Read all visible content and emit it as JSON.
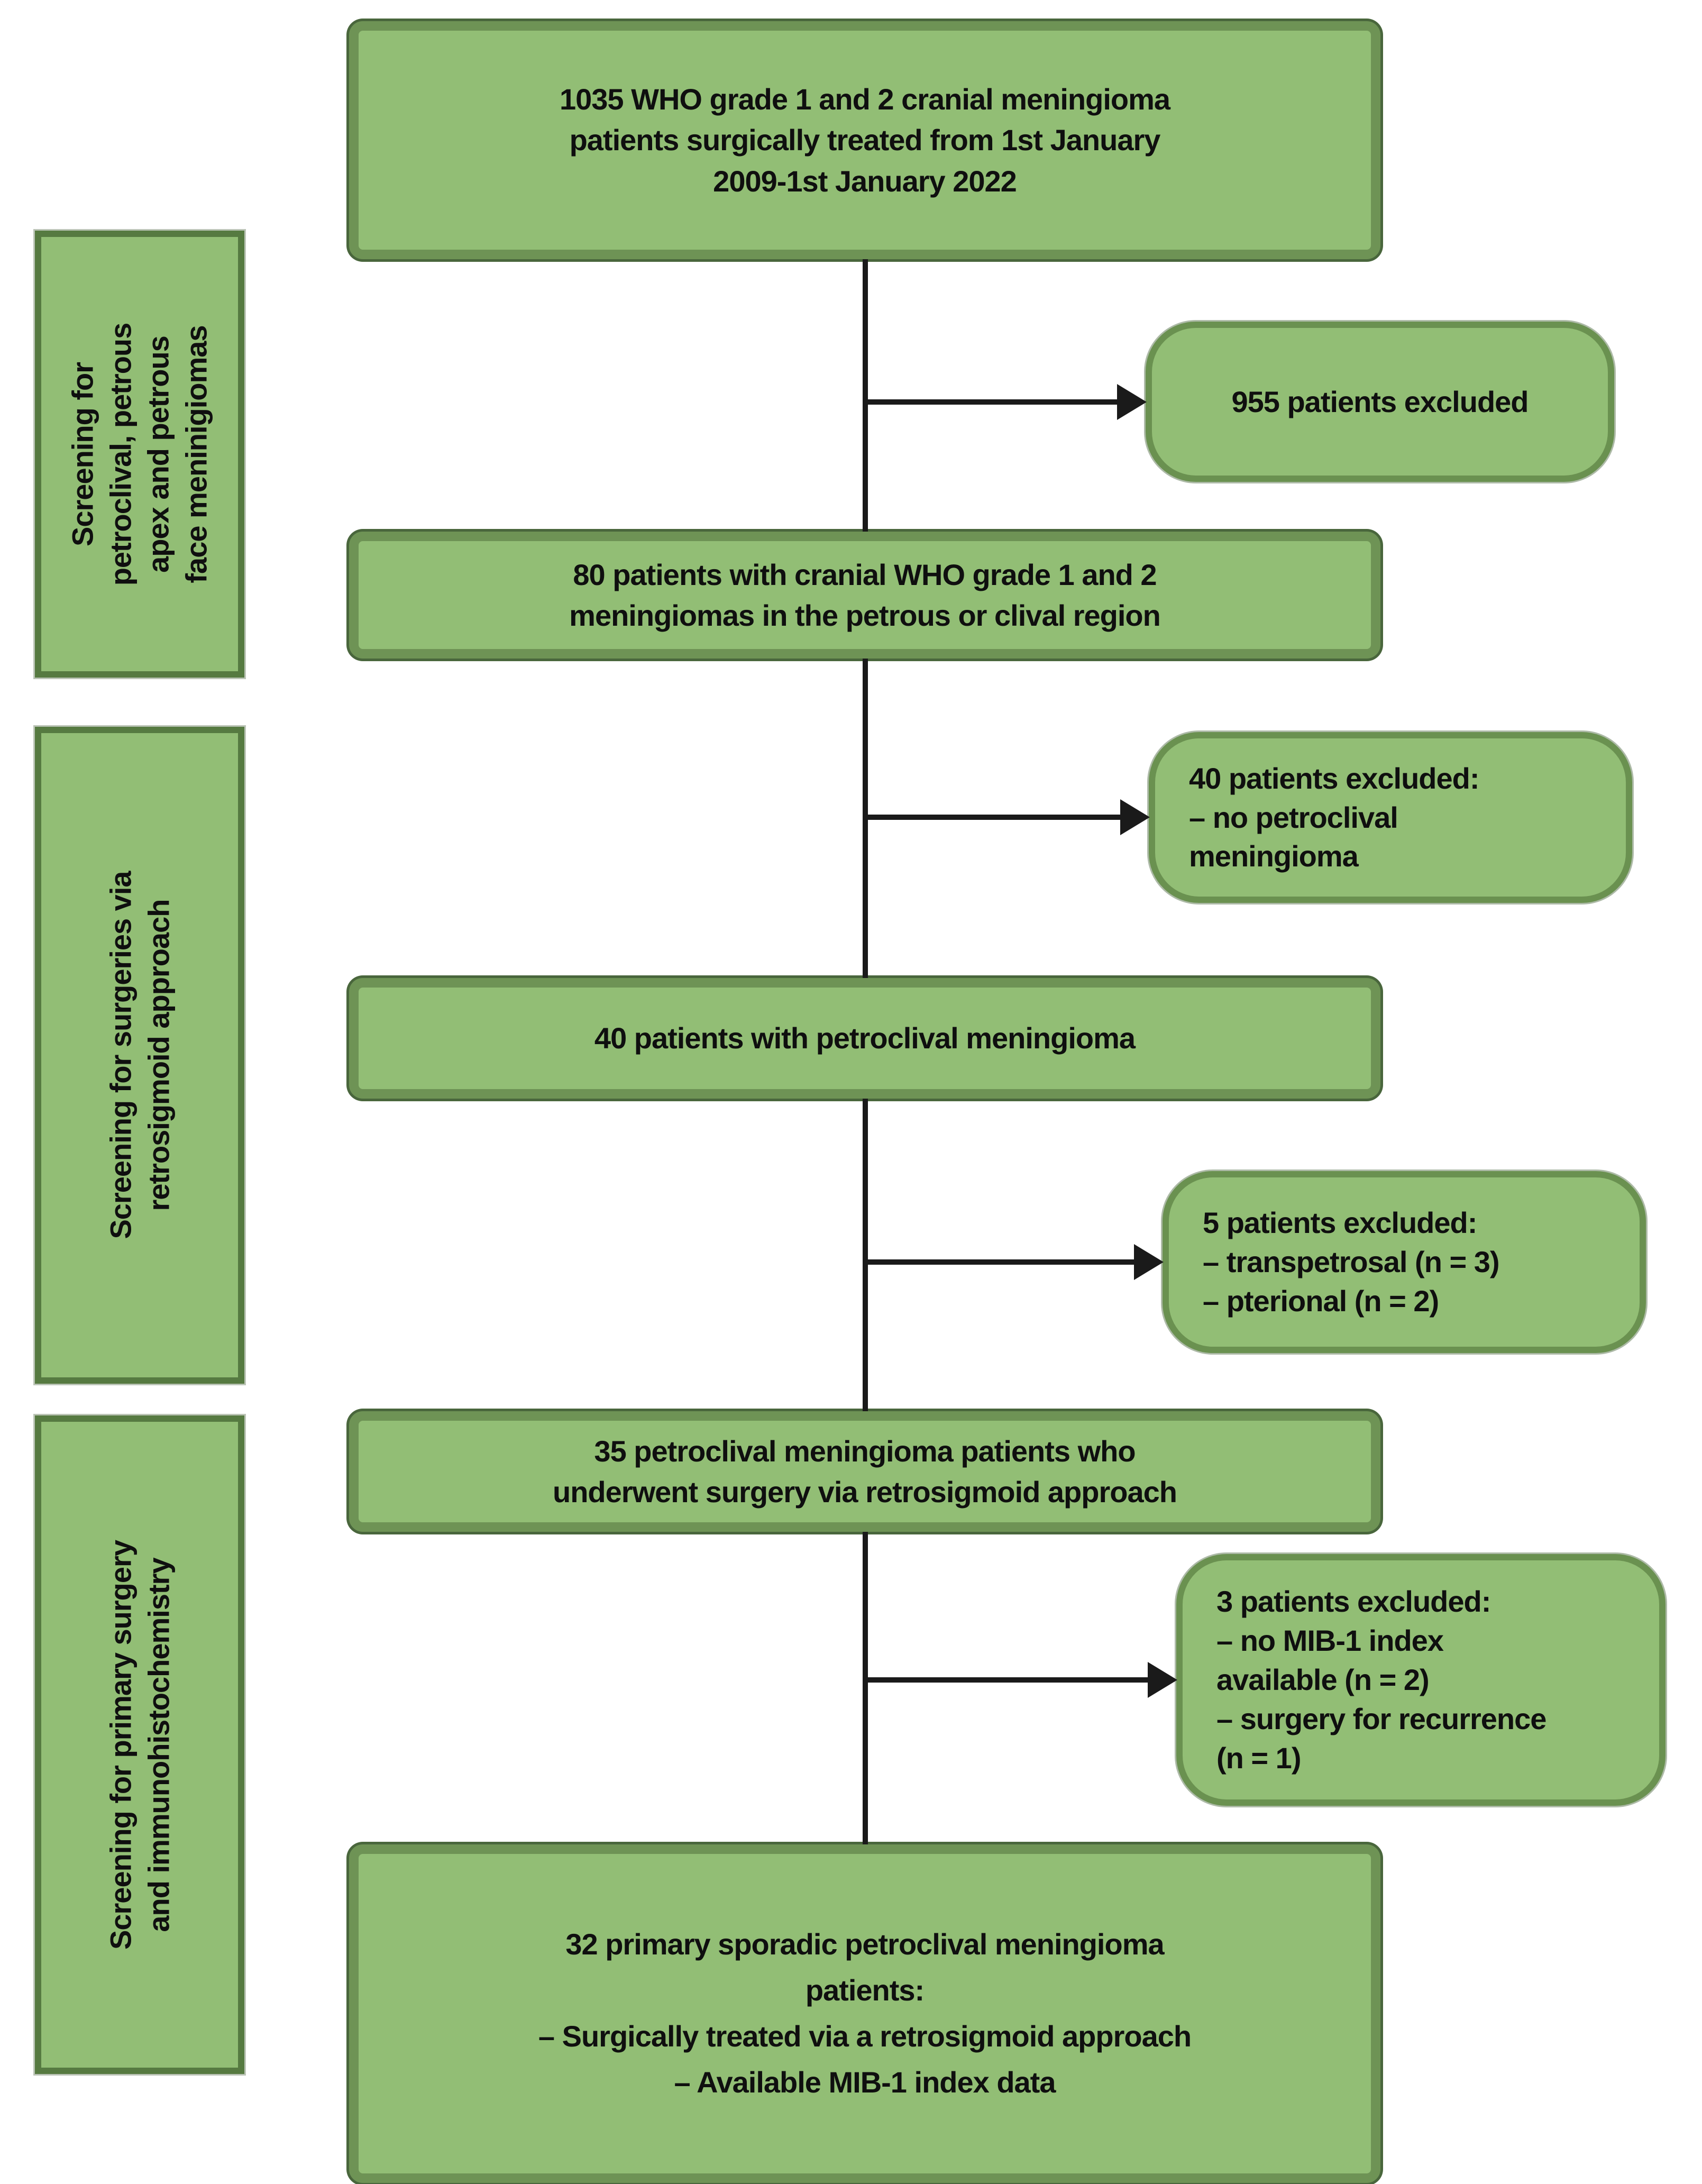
{
  "diagram": {
    "title": "Patient screening flow diagram",
    "colors": {
      "box_fill": "#92be75",
      "main_box_border": "#6e9355",
      "main_box_outer_edge": "#49663c",
      "exclusion_box_border": "#6a9150",
      "side_label_border": "#567a41",
      "connector_line": "#1a1a1a",
      "text": "#0f0f0f",
      "background": "#ffffff"
    },
    "side_labels": [
      {
        "text": "Screening for\npetroclival, petrous\napex and petrous\nface meninigiomas"
      },
      {
        "text": "Screening for surgeries via\nretrosigmoid approach"
      },
      {
        "text": "Screening for primary surgery\nand immunohistochemistry"
      }
    ],
    "main_boxes": [
      {
        "count": 1035,
        "text": "1035 WHO grade 1 and 2 cranial meningioma\npatients surgically treated from 1st January\n2009-1st January 2022"
      },
      {
        "count": 80,
        "text": "80 patients with cranial WHO grade 1 and 2\nmeningiomas in the petrous or clival region"
      },
      {
        "count": 40,
        "text": "40 patients with petroclival meningioma"
      },
      {
        "count": 35,
        "text": "35 petroclival meningioma patients who\nunderwent surgery via retrosigmoid approach"
      },
      {
        "count": 32,
        "text": "32 primary sporadic petroclival meningioma\npatients:\n– Surgically treated via a retrosigmoid approach\n– Available MIB-1 index data"
      }
    ],
    "exclusion_boxes": [
      {
        "count": 955,
        "text": "955 patients excluded"
      },
      {
        "count": 40,
        "text": "40 patients excluded:\n– no petroclival\nmeningioma"
      },
      {
        "count": 5,
        "text": "5 patients excluded:\n– transpetrosal (n = 3)\n– pterional (n = 2)"
      },
      {
        "count": 3,
        "text": "3 patients excluded:\n– no MIB-1 index\navailable (n = 2)\n– surgery for recurrence\n(n = 1)"
      }
    ]
  }
}
